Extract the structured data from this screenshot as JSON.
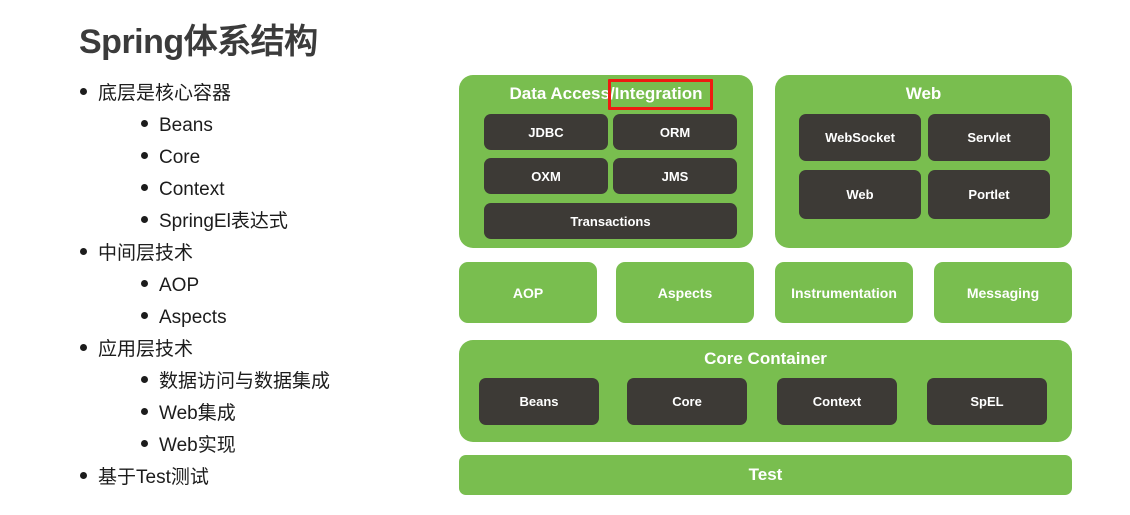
{
  "slide": {
    "title": "Spring体系结构",
    "bullet_glyph": "●"
  },
  "outline": [
    {
      "level": 1,
      "text": "底层是核心容器"
    },
    {
      "level": 2,
      "text": "Beans"
    },
    {
      "level": 2,
      "text": "Core"
    },
    {
      "level": 2,
      "text": "Context"
    },
    {
      "level": 2,
      "text": "SpringEl表达式"
    },
    {
      "level": 1,
      "text": "中间层技术"
    },
    {
      "level": 2,
      "text": "AOP"
    },
    {
      "level": 2,
      "text": "Aspects"
    },
    {
      "level": 1,
      "text": "应用层技术"
    },
    {
      "level": 2,
      "text": "数据访问与数据集成"
    },
    {
      "level": 2,
      "text": "Web集成"
    },
    {
      "level": 2,
      "text": "Web实现"
    },
    {
      "level": 1,
      "text": "基于Test测试"
    }
  ],
  "diagram": {
    "colors": {
      "green": "#79be4f",
      "dark": "#3d3a36",
      "highlight": "#ee1b11",
      "text_light": "#ffffff",
      "title_gray": "#3b3b3b"
    },
    "data_access_panel": {
      "title": "Data Access/Integration",
      "highlighted_word": "Integration",
      "boxes": [
        "JDBC",
        "ORM",
        "OXM",
        "JMS",
        "Transactions"
      ]
    },
    "web_panel": {
      "title": "Web",
      "boxes": [
        "WebSocket",
        "Servlet",
        "Web",
        "Portlet"
      ]
    },
    "middle_row": [
      "AOP",
      "Aspects",
      "Instrumentation",
      "Messaging"
    ],
    "core_container_panel": {
      "title": "Core Container",
      "boxes": [
        "Beans",
        "Core",
        "Context",
        "SpEL"
      ]
    },
    "test_bar": {
      "label": "Test"
    }
  }
}
